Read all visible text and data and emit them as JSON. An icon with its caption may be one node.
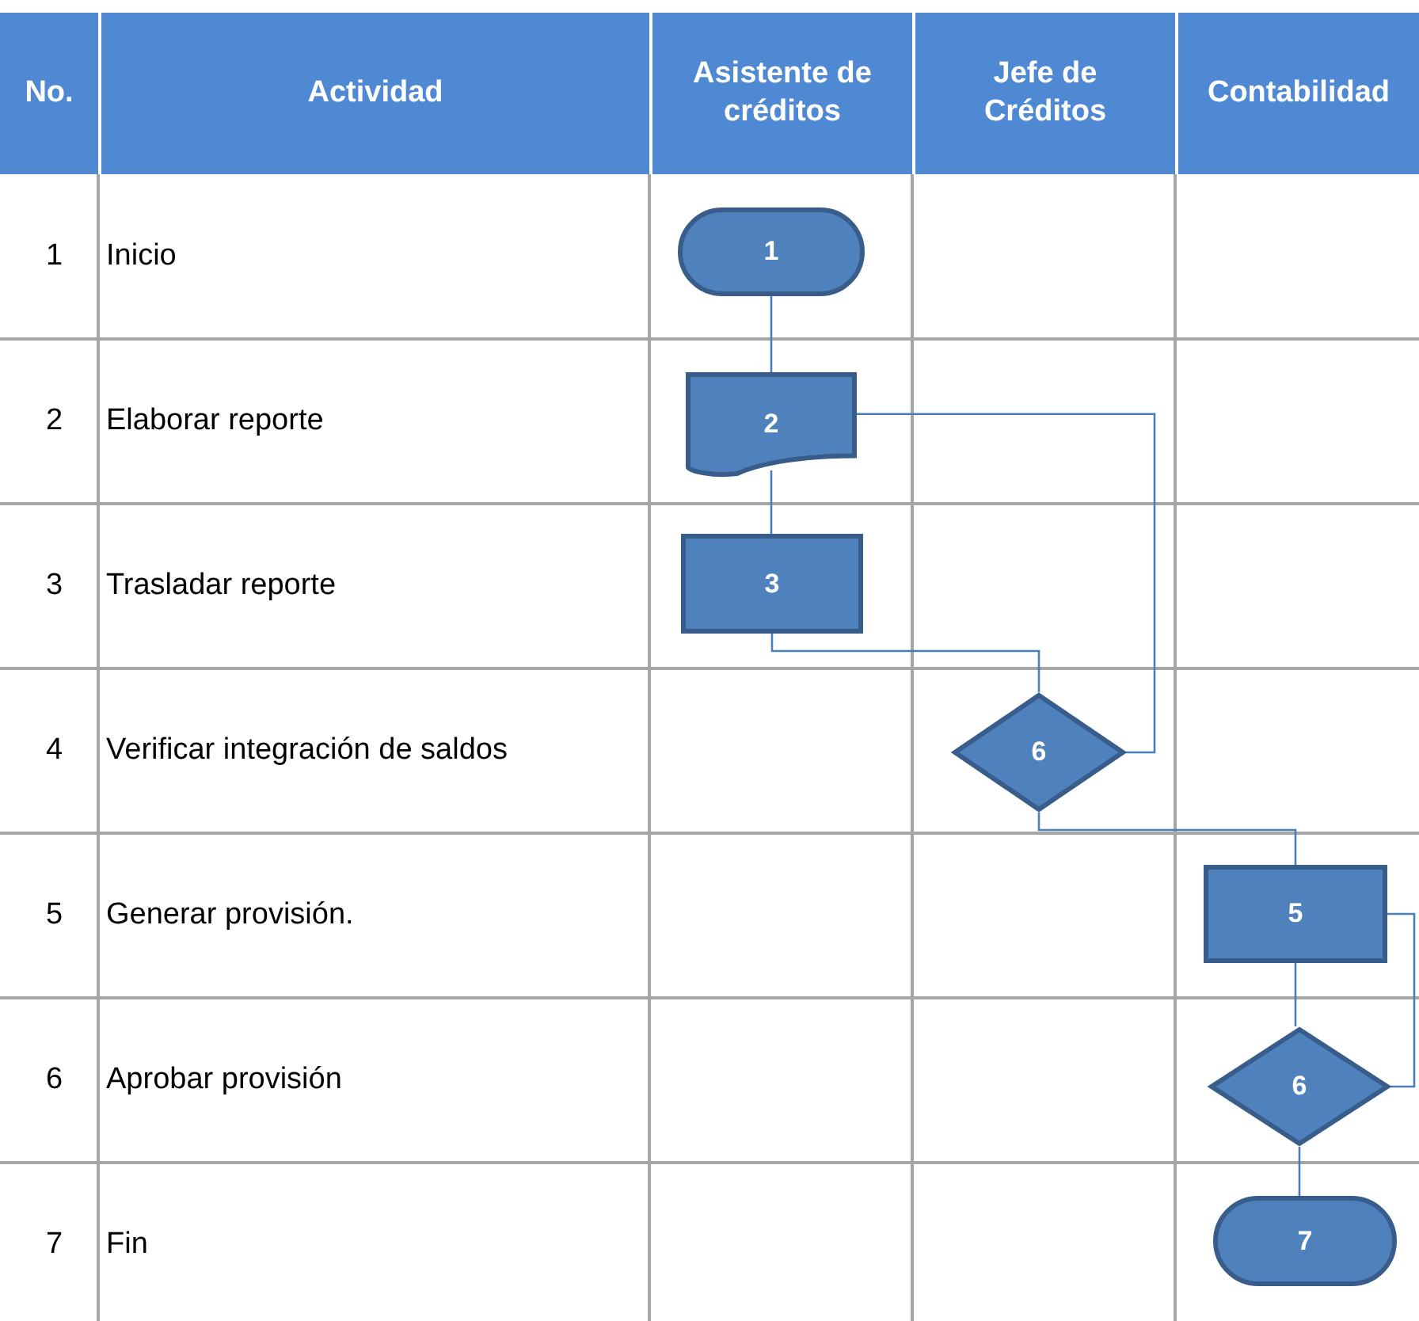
{
  "diagram": {
    "nodes": [
      {
        "text": [
          "1"
        ]
      },
      {
        "text": [
          "2"
        ]
      },
      {
        "text": [
          "3"
        ]
      },
      {
        "text": [
          "6"
        ]
      },
      {
        "text": [
          "5"
        ]
      },
      {
        "text": [
          "6"
        ]
      },
      {
        "text": [
          "7"
        ]
      }
    ],
    "edges": [
      {
        "from": 0,
        "to": 1,
        "arrow": "none"
      },
      {
        "from": 1,
        "to": 2,
        "arrow": "none"
      },
      {
        "from": 2,
        "to": 3,
        "arrow": "none"
      },
      {
        "from": 1,
        "to": 3,
        "arrow": "none"
      },
      {
        "from": 3,
        "to": 4,
        "arrow": "none"
      },
      {
        "from": 4,
        "to": 5,
        "arrow": "none"
      },
      {
        "from": 4,
        "to": 5,
        "arrow": "none"
      },
      {
        "from": 5,
        "to": 6,
        "arrow": "none"
      }
    ],
    "labels": [
      "No.",
      "Actividad",
      "Asistente de créditos",
      "Jefe de Créditos",
      "Contabilidad",
      "1",
      "Inicio",
      "2",
      "Elaborar reporte",
      "3",
      "Trasladar reporte",
      "4",
      "Verificar integración de saldos",
      "5",
      "Generar provisión.",
      "6",
      "Aprobar provisión",
      "7",
      "Fin"
    ]
  }
}
